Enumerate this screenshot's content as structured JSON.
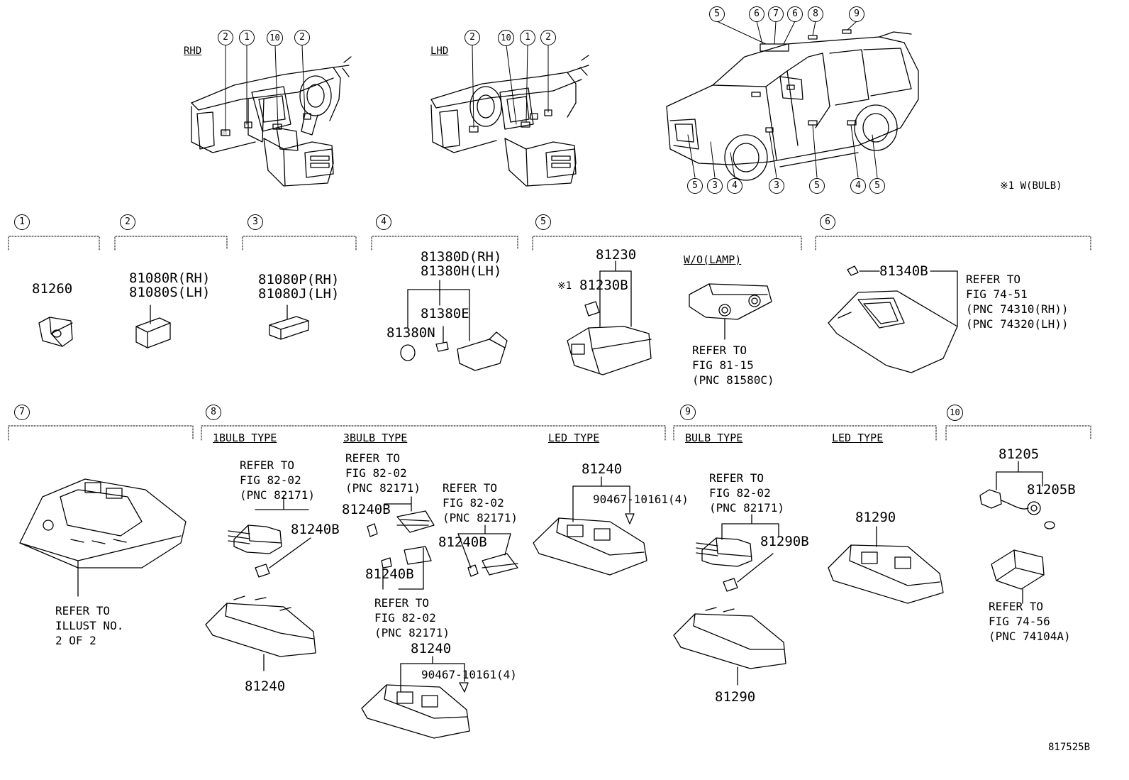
{
  "diagram": {
    "top": {
      "rhd_label": "RHD",
      "lhd_label": "LHD",
      "bulb_note": "※1 W(BULB)",
      "rhd_callouts": [
        "2",
        "1",
        "10",
        "2"
      ],
      "lhd_callouts": [
        "2",
        "10",
        "1",
        "2"
      ],
      "vehicle_top_callouts": [
        "5",
        "6",
        "7",
        "6",
        "8",
        "9"
      ],
      "vehicle_bottom_callouts": [
        "5",
        "3",
        "4",
        "3",
        "5",
        "4",
        "5"
      ]
    },
    "sections": [
      {
        "no": "1",
        "parts": [
          "81260"
        ]
      },
      {
        "no": "2",
        "parts": [
          "81080R(RH)",
          "81080S(LH)"
        ]
      },
      {
        "no": "3",
        "parts": [
          "81080P(RH)",
          "81080J(LH)"
        ]
      },
      {
        "no": "4",
        "parts": [
          "81380D(RH)",
          "81380H(LH)",
          "81380E",
          "81380N"
        ]
      },
      {
        "no": "5",
        "parts": [
          "81230",
          "※1",
          "81230B"
        ],
        "subtitle": "W/O(LAMP)",
        "ref": "REFER TO\nFIG 81-15\n(PNC 81580C)"
      },
      {
        "no": "6",
        "parts": [
          "81340B"
        ],
        "ref": "REFER TO\nFIG 74-51\n(PNC 74310(RH))\n(PNC 74320(LH))"
      },
      {
        "no": "7",
        "ref": "REFER TO\nILLUST NO.\n2 OF 2"
      },
      {
        "no": "8",
        "types": [
          "1BULB TYPE",
          "3BULB TYPE",
          "LED TYPE"
        ],
        "parts": [
          "81240B",
          "81240",
          "81240B",
          "81240B",
          "81240B",
          "81240",
          "90467-10161(4)",
          "81240",
          "90467-10161(4)"
        ],
        "refs": [
          "REFER TO\nFIG 82-02\n(PNC 82171)",
          "REFER TO\nFIG 82-02\n(PNC 82171)",
          "REFER TO\nFIG 82-02\n(PNC 82171)",
          "REFER TO\nFIG 82-02\n(PNC 82171)"
        ]
      },
      {
        "no": "9",
        "types": [
          "BULB TYPE",
          "LED TYPE"
        ],
        "parts": [
          "81290B",
          "81290",
          "81290"
        ],
        "ref": "REFER TO\nFIG 82-02\n(PNC 82171)"
      },
      {
        "no": "10",
        "parts": [
          "81205",
          "81205B"
        ],
        "ref": "REFER TO\nFIG 74-56\n(PNC 74104A)"
      }
    ],
    "figure_id": "817525B"
  }
}
